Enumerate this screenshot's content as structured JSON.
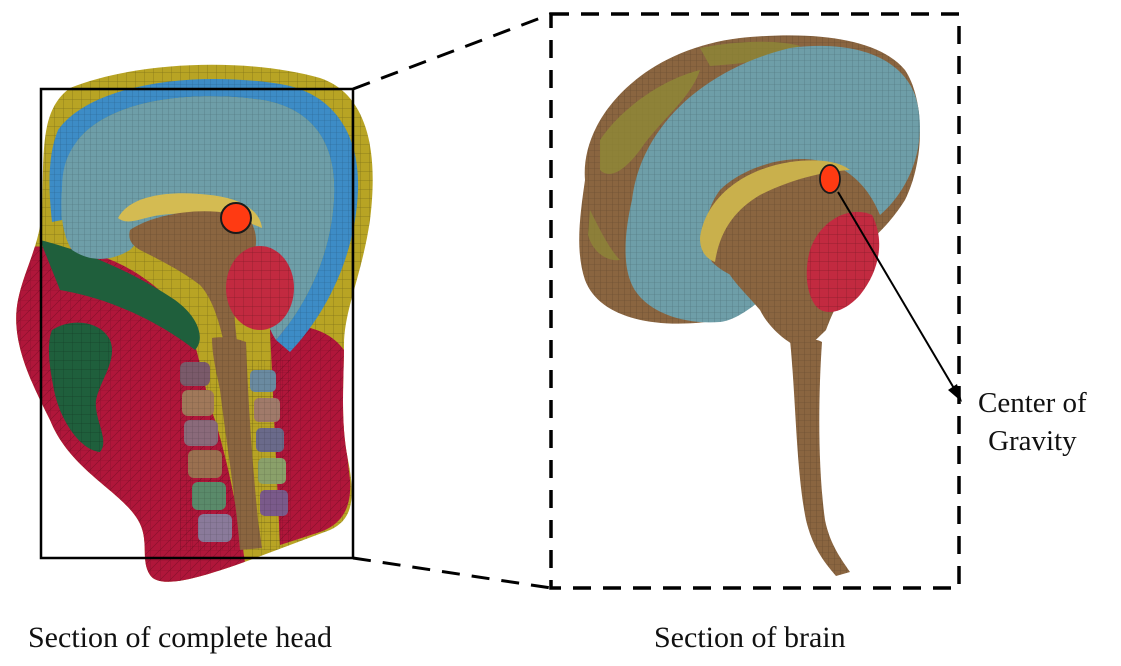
{
  "captions": {
    "left": "Section of complete head",
    "right": "Section of brain"
  },
  "annotation": {
    "line1": "Center of",
    "line2": "Gravity"
  },
  "colors": {
    "center_of_gravity_marker": "#ff3a12",
    "brain_tissue": "#8a6540",
    "cerebrum_surface": "#6e9ea8",
    "scalp_skin": "#b8a424",
    "muscle_soft_tissue": "#b0163a",
    "csf_layer": "#3d8cc6",
    "green_tissue": "#1f5f3c",
    "cerebellum": "#c22a40"
  }
}
